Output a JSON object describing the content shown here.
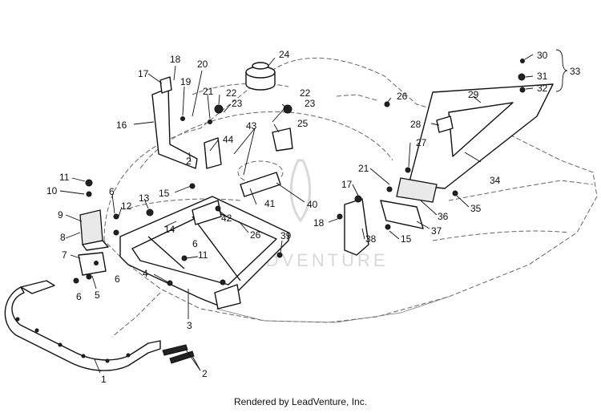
{
  "footer": {
    "credit": "Rendered by LeadVenture, Inc."
  },
  "watermark": {
    "text": "LEADVENTURE"
  },
  "callouts": {
    "c1": "1",
    "c2": "2",
    "c2b": "2",
    "c3": "3",
    "c4": "4",
    "c5": "5",
    "c6a": "6",
    "c6b": "6",
    "c6c": "6",
    "c6d": "6",
    "c7": "7",
    "c8": "8",
    "c9": "9",
    "c10": "10",
    "c11a": "11",
    "c11b": "11",
    "c12": "12",
    "c13": "13",
    "c14": "14",
    "c15a": "15",
    "c15b": "15",
    "c16": "16",
    "c17a": "17",
    "c17b": "17",
    "c18a": "18",
    "c18b": "18",
    "c19": "19",
    "c20": "20",
    "c21a": "21",
    "c21b": "21",
    "c22a": "22",
    "c22b": "22",
    "c23a": "23",
    "c23b": "23",
    "c24": "24",
    "c25": "25",
    "c26a": "26",
    "c26b": "26",
    "c27": "27",
    "c28": "28",
    "c29": "29",
    "c30": "30",
    "c31": "31",
    "c32": "32",
    "c33": "33",
    "c34": "34",
    "c35": "35",
    "c36": "36",
    "c37": "37",
    "c38": "38",
    "c39": "39",
    "c40": "40",
    "c41": "41",
    "c42": "42",
    "c43": "43",
    "c44": "44"
  }
}
